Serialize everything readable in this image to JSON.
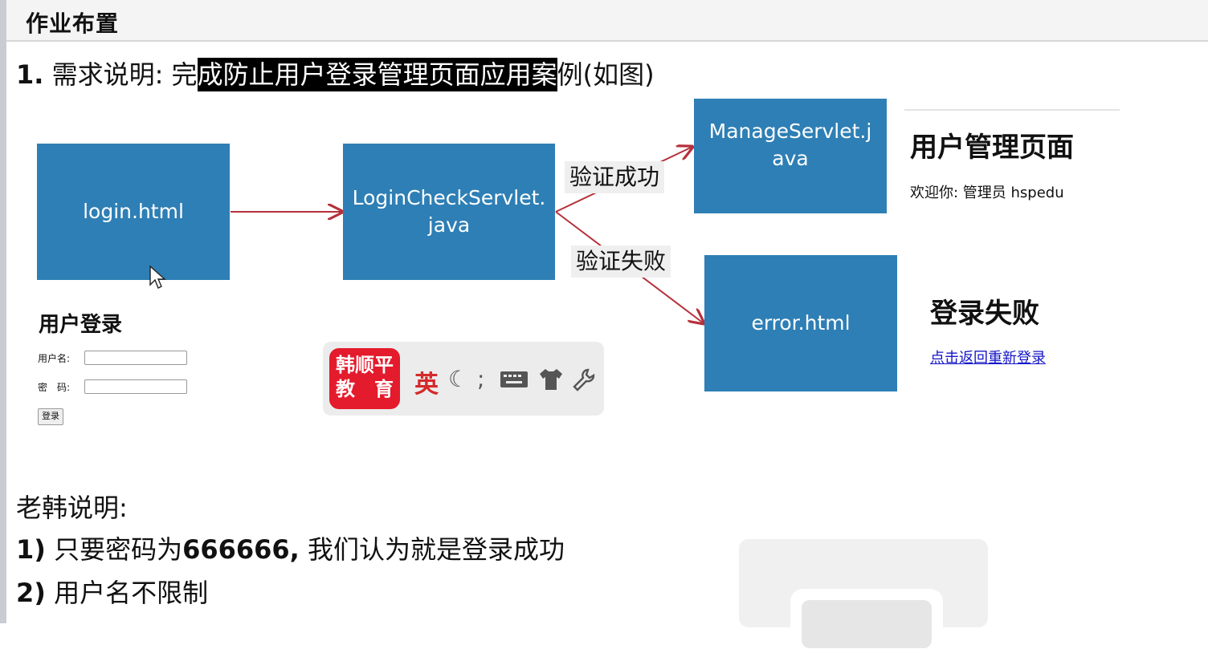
{
  "header": {
    "title": "作业布置"
  },
  "requirement": {
    "number": "1.",
    "prefix": " 需求说明: 完",
    "highlighted": "成防止用户登录管理页面应用案",
    "suffix": "例(如图)"
  },
  "flow": {
    "login_box": "login.html",
    "check_box_line1": "LoginCheckServlet.",
    "check_box_line2": "java",
    "manage_box_line1": "ManageServlet.j",
    "manage_box_line2": "ava",
    "error_box": "error.html",
    "success_label": "验证成功",
    "fail_label": "验证失败",
    "box_color": "#2e7fb5",
    "arrow_color": "#b5303a"
  },
  "manage_page": {
    "heading": "用户管理页面",
    "welcome": "欢迎你: 管理员 hspedu"
  },
  "error_page": {
    "heading": "登录失败",
    "link": "点击返回重新登录"
  },
  "login_form": {
    "title": "用户登录",
    "username_label": "用户名:",
    "password_label": "密　码:",
    "submit": "登录"
  },
  "ime_toolbar": {
    "logo_line1": "韩顺平",
    "logo_line2": "教　育",
    "mode": "英",
    "icons": [
      "moon-icon",
      "punctuation-icon",
      "keyboard-icon",
      "shirt-icon",
      "wrench-icon"
    ]
  },
  "notes": {
    "title": "老韩说明:",
    "line1_num": "1)",
    "line1_a": " 只要密码为",
    "line1_b": "666666,",
    "line1_c": " 我们认为就是登录成功",
    "line2_num": "2)",
    "line2_a": " 用户名不限制"
  }
}
